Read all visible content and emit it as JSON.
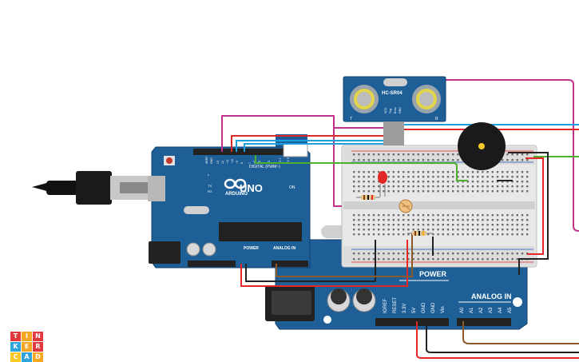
{
  "sensor": {
    "model": "HC-SR04",
    "pin_vcc": "VCC",
    "pin_trig": "Trig",
    "pin_echo": "Echo",
    "pin_gnd": "GND",
    "pin_left": "T",
    "pin_right": "R"
  },
  "arduino_small": {
    "brand": "ARDUINO",
    "model": "UNO",
    "digital_label": "DIGITAL (PWM~)",
    "power_label": "POWER",
    "analog_label": "ANALOG IN",
    "aref": "AREF",
    "gnd": "GND",
    "on_label": "ON",
    "tx": "TX",
    "rx": "RX",
    "l": "L",
    "pin_labels": [
      "13",
      "12",
      "~11",
      "~10",
      "~9",
      "8",
      "7",
      "~6",
      "~5",
      "4",
      "~3",
      "2",
      "TX 1",
      "RX 0"
    ]
  },
  "arduino_large": {
    "power_label": "POWER",
    "analog_label": "ANALOG IN",
    "pins_power": [
      "IOREF",
      "RESET",
      "3.3V",
      "5V",
      "GND",
      "GND",
      "Vin"
    ],
    "pins_analog": [
      "A0",
      "A1",
      "A2",
      "A3",
      "A4",
      "A5"
    ]
  },
  "logo": {
    "letters": [
      "T",
      "I",
      "N",
      "K",
      "E",
      "R",
      "C",
      "A",
      "D"
    ]
  },
  "colors": {
    "board": "#1e5f97",
    "wire_magenta": "#c2318f",
    "wire_red": "#e32626",
    "wire_blue": "#1aa0e0",
    "wire_green": "#4fb02f",
    "wire_black": "#222222",
    "wire_brown": "#8a5a2b",
    "logo_red": "#e0393e",
    "logo_orange": "#f5a623",
    "logo_blue": "#2ea3dc",
    "logo_yellow": "#f7c928"
  }
}
